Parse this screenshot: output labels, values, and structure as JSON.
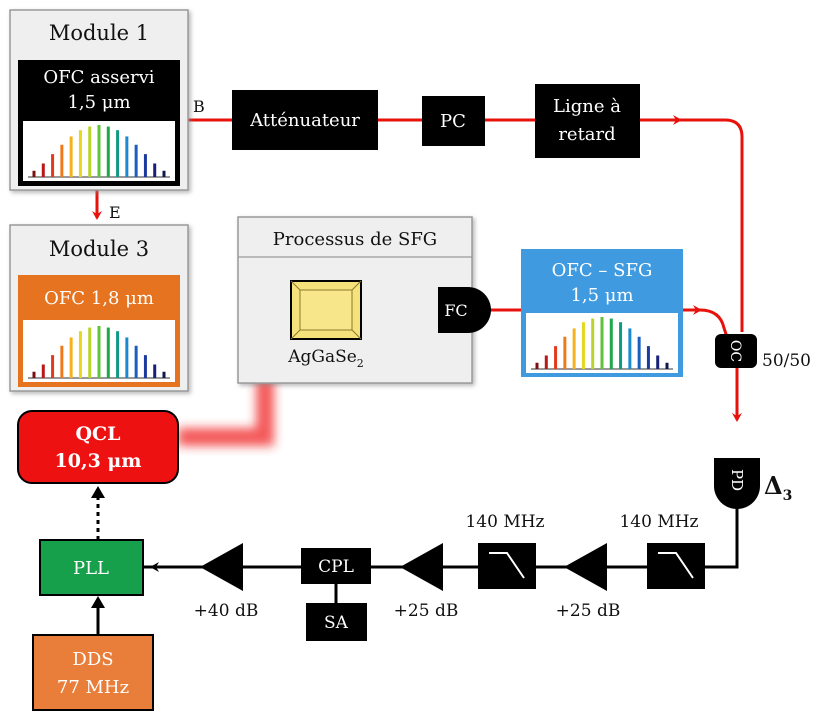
{
  "colors": {
    "laser_red": "#e8120c",
    "sfg_blue": "#3f9ae0",
    "orange": "#e5731f",
    "qcl_red": "#ee1111",
    "pll_green": "#16a04b",
    "dds_orange": "#e87e3a",
    "block_black": "#000000",
    "crystal_yellow": "#f6e27a",
    "panel_grey": "#efefef"
  },
  "modules": {
    "module1": {
      "title": "Module 1",
      "box_line1": "OFC asservi",
      "box_line2": "1,5 μm"
    },
    "module3": {
      "title": "Module 3",
      "box_label": "OFC 1,8 μm"
    },
    "sfg": {
      "title": "Processus de SFG",
      "crystal_label": "AgGaSe",
      "crystal_sub": "2",
      "fc_label": "FC"
    },
    "ofc_sfg": {
      "line1": "OFC – SFG",
      "line2": "1,5 μm"
    }
  },
  "blocks": {
    "attenuator": "Atténuateur",
    "pc": "PC",
    "delay_line1": "Ligne à",
    "delay_line2": "retard",
    "oc": "OC",
    "oc_ratio": "50/50",
    "pd": "PD",
    "delta": "Δ",
    "delta_sub": "3",
    "qcl_line1": "QCL",
    "qcl_line2": "10,3 μm",
    "pll": "PLL",
    "dds_line1": "DDS",
    "dds_line2": "77 MHz",
    "cpl": "CPL",
    "sa": "SA"
  },
  "ports": {
    "b": "B",
    "e": "E"
  },
  "electronics": {
    "filter1": "140 MHz",
    "filter2": "140 MHz",
    "amp1": "+25 dB",
    "amp2": "+25 dB",
    "amp3": "+40 dB"
  },
  "spectrum_colors": [
    "#7a1010",
    "#b81818",
    "#e23a1a",
    "#f07a1a",
    "#f6b21c",
    "#e6d81c",
    "#b8d42a",
    "#5ec43a",
    "#1ea84a",
    "#0f9a86",
    "#1a8ad0",
    "#1a5fc0",
    "#1a3aa0",
    "#18207a",
    "#101a4a"
  ],
  "spectrum_levels": [
    0.12,
    0.26,
    0.44,
    0.62,
    0.78,
    0.9,
    0.97,
    1.0,
    0.97,
    0.9,
    0.78,
    0.62,
    0.44,
    0.26,
    0.12
  ]
}
